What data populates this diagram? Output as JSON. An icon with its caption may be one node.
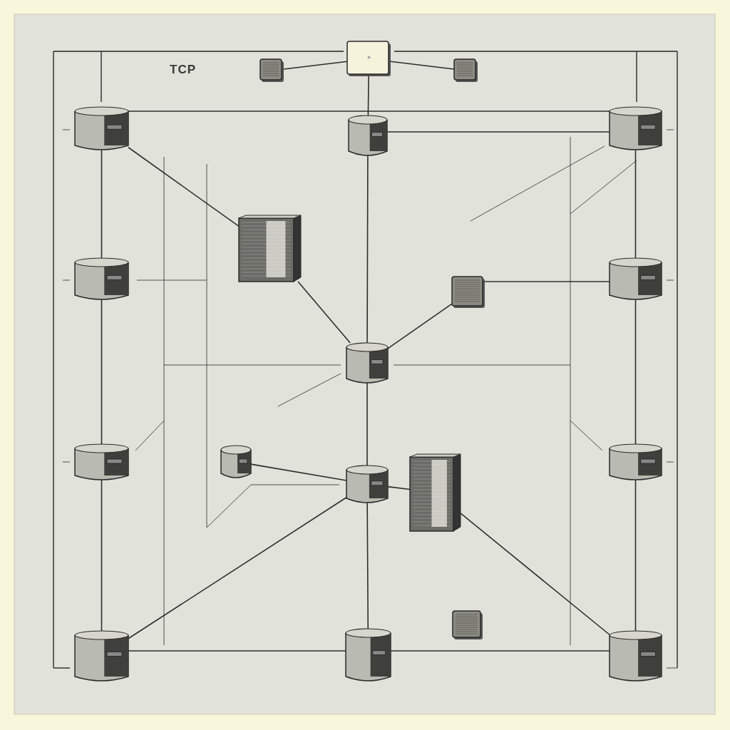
{
  "diagram": {
    "nodes": [
      {
        "text": [],
        "shape": "box"
      },
      {
        "text": [],
        "shape": "box"
      },
      {
        "text": [],
        "shape": "box"
      },
      {
        "text": [],
        "shape": "cylinder"
      },
      {
        "text": [],
        "shape": "cylinder"
      },
      {
        "text": [],
        "shape": "cylinder"
      },
      {
        "text": [],
        "shape": "server"
      },
      {
        "text": [],
        "shape": "cylinder"
      },
      {
        "text": [],
        "shape": "box"
      },
      {
        "text": [],
        "shape": "cylinder"
      },
      {
        "text": [],
        "shape": "cylinder"
      },
      {
        "text": [],
        "shape": "cylinder"
      },
      {
        "text": [],
        "shape": "cylinder"
      },
      {
        "text": [],
        "shape": "cylinder"
      },
      {
        "text": [],
        "shape": "server"
      },
      {
        "text": [],
        "shape": "cylinder"
      },
      {
        "text": [],
        "shape": "box"
      },
      {
        "text": [],
        "shape": "cylinder"
      },
      {
        "text": [],
        "shape": "cylinder"
      },
      {
        "text": [],
        "shape": "cylinder"
      }
    ],
    "edges": [
      {
        "from": 0,
        "to": 1,
        "arrow": "none"
      },
      {
        "from": 0,
        "to": 2,
        "arrow": "none"
      },
      {
        "from": 0,
        "to": 4,
        "arrow": "none"
      },
      {
        "from": 3,
        "to": 5,
        "arrow": "none"
      },
      {
        "from": 4,
        "to": 5,
        "arrow": "none"
      },
      {
        "from": 4,
        "to": 10,
        "arrow": "none"
      },
      {
        "from": 3,
        "to": 6,
        "arrow": "none"
      },
      {
        "from": 6,
        "to": 10,
        "arrow": "none"
      },
      {
        "from": 8,
        "to": 10,
        "arrow": "none"
      },
      {
        "from": 8,
        "to": 9,
        "arrow": "none"
      },
      {
        "from": 10,
        "to": 13,
        "arrow": "none"
      },
      {
        "from": 12,
        "to": 13,
        "arrow": "none"
      },
      {
        "from": 13,
        "to": 14,
        "arrow": "none"
      },
      {
        "from": 13,
        "to": 18,
        "arrow": "none"
      },
      {
        "from": 17,
        "to": 13,
        "arrow": "none"
      },
      {
        "from": 14,
        "to": 19,
        "arrow": "none"
      },
      {
        "from": 17,
        "to": 18,
        "arrow": "none"
      },
      {
        "from": 18,
        "to": 19,
        "arrow": "none"
      },
      {
        "from": 3,
        "to": 7,
        "arrow": "none"
      },
      {
        "from": 7,
        "to": 11,
        "arrow": "none"
      },
      {
        "from": 11,
        "to": 17,
        "arrow": "none"
      },
      {
        "from": 5,
        "to": 9,
        "arrow": "none"
      },
      {
        "from": 9,
        "to": 15,
        "arrow": "none"
      },
      {
        "from": 15,
        "to": 19,
        "arrow": "none"
      }
    ],
    "labels": [
      "TCP"
    ]
  }
}
